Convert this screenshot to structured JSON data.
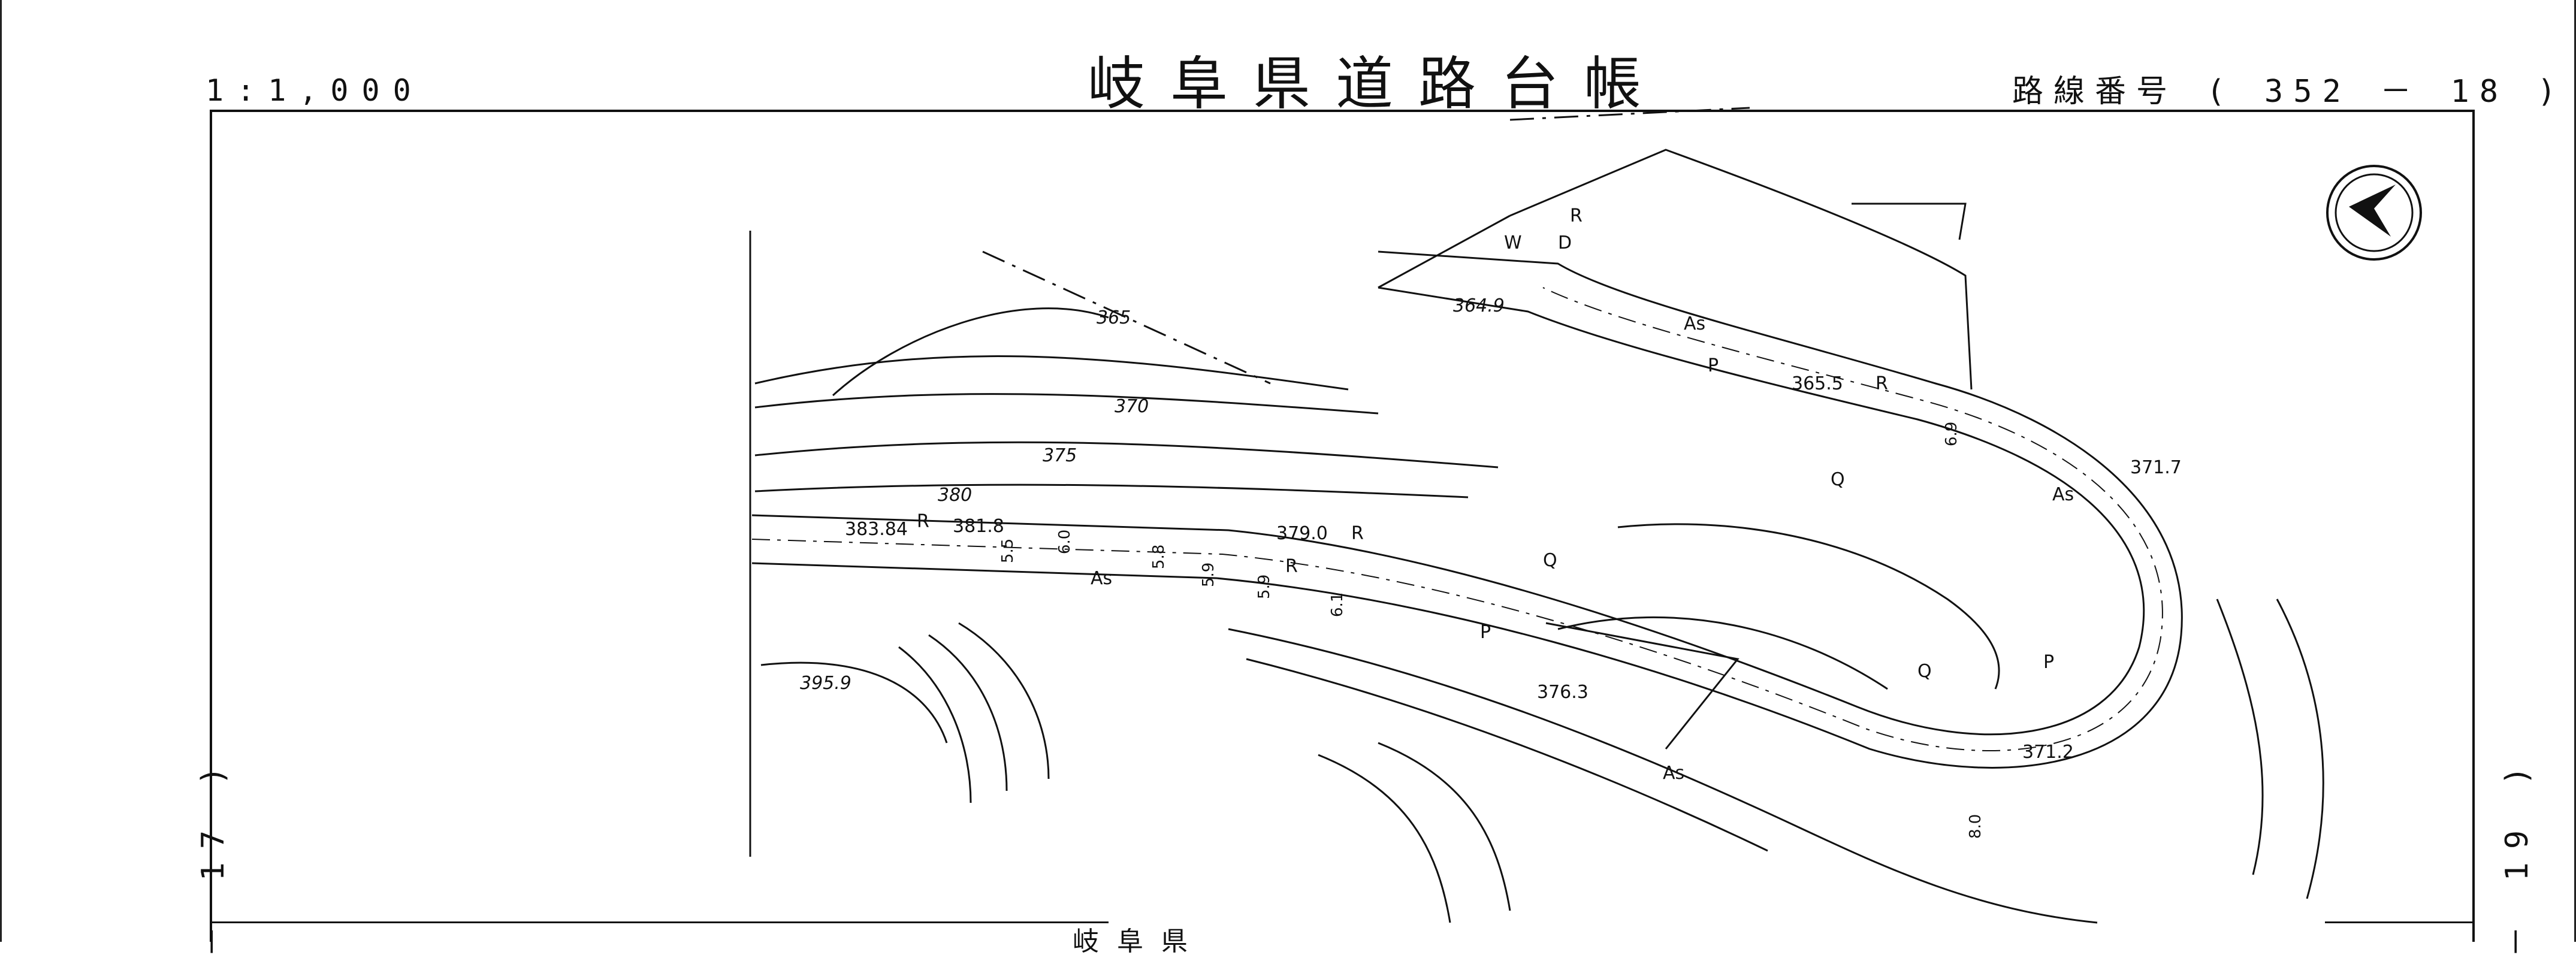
{
  "sheet": {
    "scale": "1:1,000",
    "title": "岐阜県道路台帳",
    "route_number": "路線番号 ( 352 － 18 )",
    "left_sheet_ref": "－ 17 )",
    "right_sheet_ref": "－ 19 )",
    "bottom_text": "岐阜県"
  },
  "map": {
    "contour_labels": [
      "365",
      "370",
      "375",
      "380",
      "364.9",
      "395.9"
    ],
    "spot_heights": [
      "383.84",
      "381.8",
      "379.0",
      "365.5",
      "376.3",
      "371.7",
      "371.2"
    ],
    "road_widths": [
      "5.5",
      "6.0",
      "5.8",
      "5.9",
      "5.9",
      "6.1",
      "6.9",
      "8.0"
    ],
    "surface_labels": [
      "As",
      "As",
      "As",
      "As"
    ],
    "marks": [
      "R",
      "R",
      "R",
      "R",
      "R",
      "P",
      "P",
      "P",
      "Q",
      "Q",
      "Q",
      "W",
      "D"
    ],
    "north_arrow": "north-arrow-icon"
  }
}
